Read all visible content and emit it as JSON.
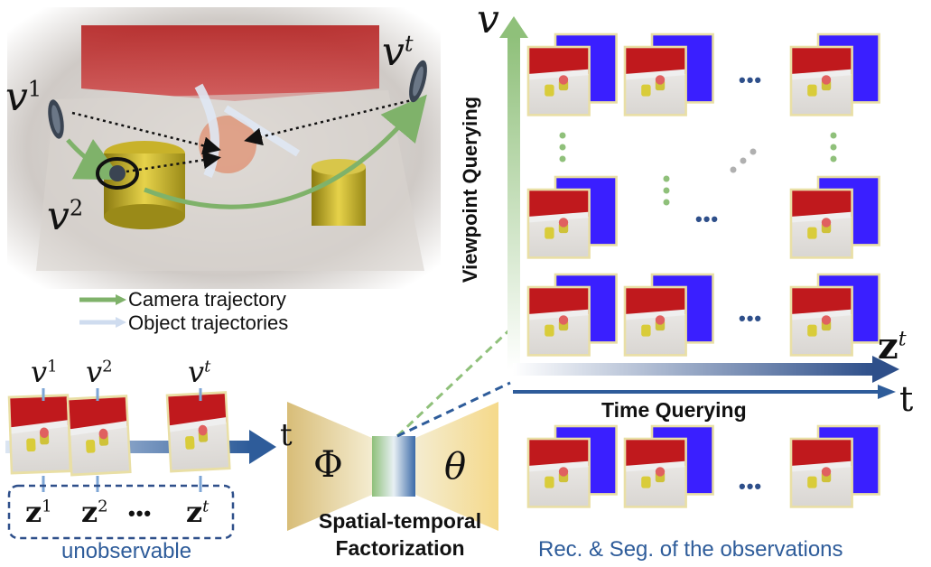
{
  "scene": {
    "viewpoints": [
      "v",
      "v",
      "v"
    ],
    "viewpoint_sups": [
      "1",
      "2",
      "t"
    ],
    "legend": {
      "camera": "Camera trajectory",
      "objects": "Object trajectories"
    }
  },
  "timeline": {
    "frame_labels": [
      "v",
      "v",
      "v"
    ],
    "frame_sups": [
      "1",
      "2",
      "t"
    ],
    "axis_label": "t",
    "latents": [
      "z",
      "z",
      "z"
    ],
    "latent_sups": [
      "1",
      "2",
      "t"
    ],
    "ellipsis": "•••",
    "box_caption": "unobservable"
  },
  "model": {
    "encoder_symbol": "Φ",
    "decoder_symbol": "θ",
    "caption_line1": "Spatial-temporal",
    "caption_line2": "Factorization"
  },
  "grid": {
    "v_axis_label": "v",
    "z_axis_label": "z",
    "z_axis_sup": "t",
    "t_axis_label": "t",
    "viewpoint_querying": "Viewpoint Querying",
    "time_querying": "Time Querying",
    "ellipsis": "•••"
  },
  "bottom_caption": "Rec. & Seg. of the observations",
  "colors": {
    "green": "#7fb26a",
    "blue": "#2e5c9a",
    "light_blue": "#c9d9ee",
    "seg_blue": "#3a1fff",
    "caption_blue": "#2e5c9a"
  }
}
